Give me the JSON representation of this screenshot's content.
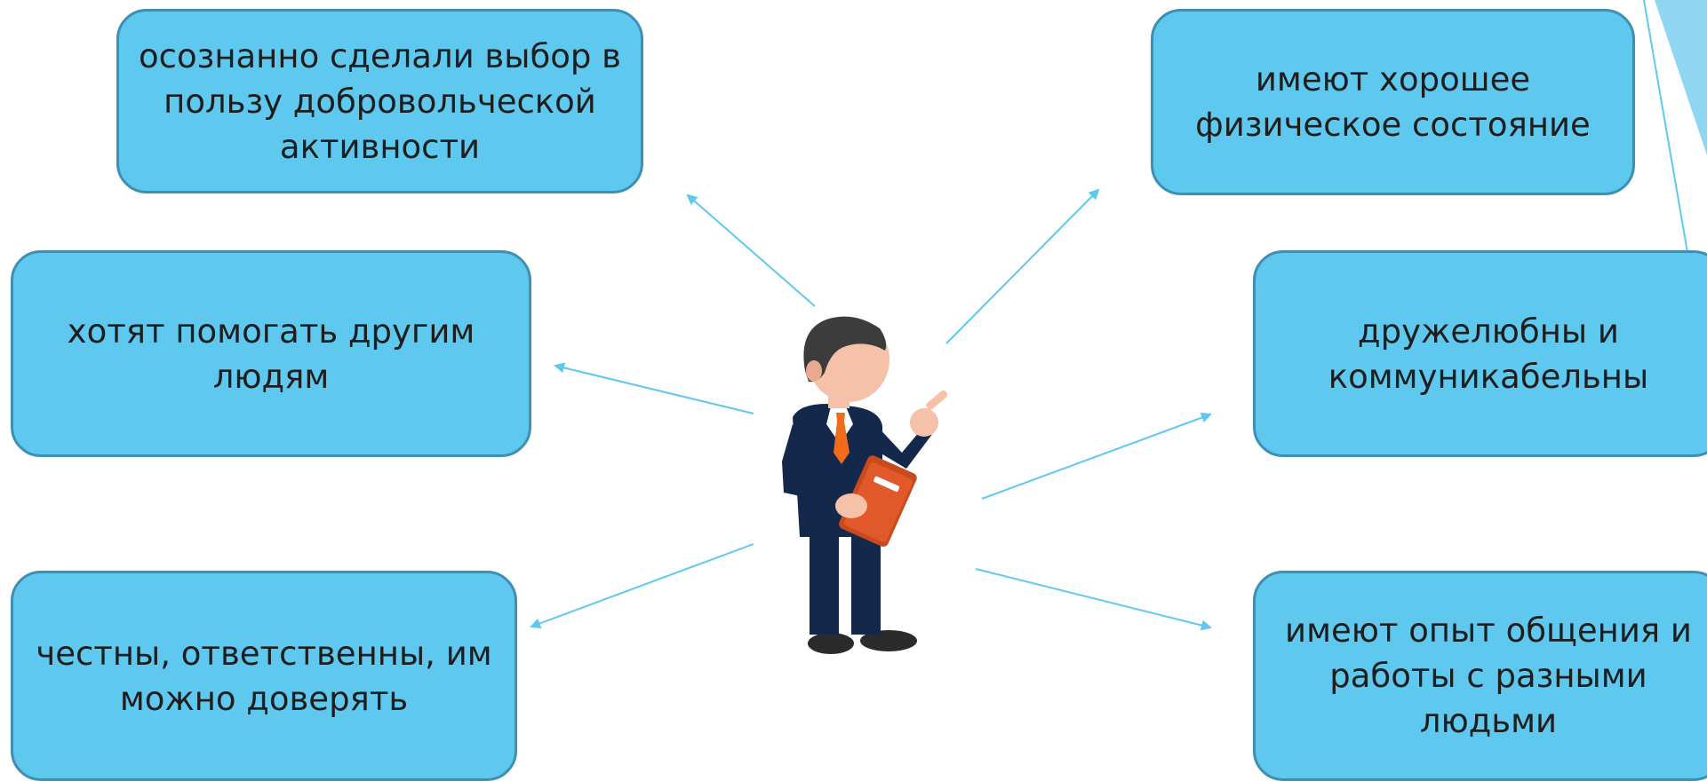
{
  "colors": {
    "box_fill": "#5ec8ee",
    "box_border": "#3f8fb3",
    "arrow": "#5ec8ee",
    "text": "#1e1e1e",
    "accent_triangle": "#8fd6f2"
  },
  "person": {
    "icon": "businessman-with-book-icon"
  },
  "boxes": [
    {
      "text": "осознанно сделали выбор в пользу добровольческой активности"
    },
    {
      "text": "имеют хорошее физическое состояние"
    },
    {
      "text": "хотят помогать другим людям"
    },
    {
      "text": "дружелюбны и коммуникабельны"
    },
    {
      "text": "честны, ответственны, им можно доверять"
    },
    {
      "text": "имеют опыт общения и работы с разными людьми"
    }
  ]
}
